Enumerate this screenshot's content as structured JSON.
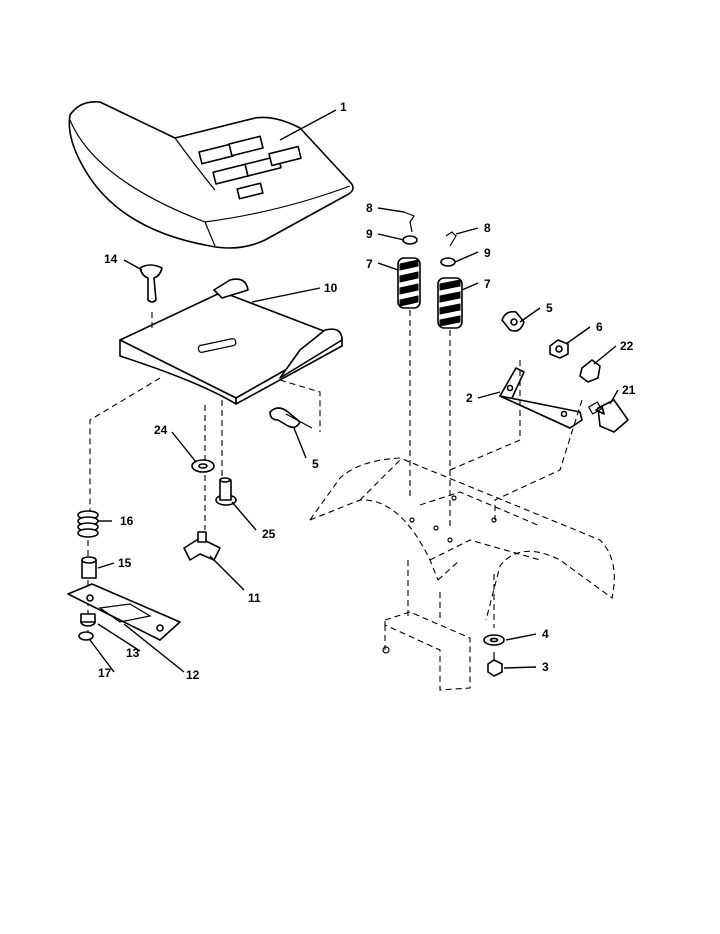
{
  "callouts": {
    "c1": "1",
    "c14": "14",
    "c10": "10",
    "c24": "24",
    "c5a": "5",
    "c16": "16",
    "c15": "15",
    "c25": "25",
    "c11": "11",
    "c13": "13",
    "c12": "12",
    "c17": "17",
    "c8a": "8",
    "c9a": "9",
    "c7a": "7",
    "c8b": "8",
    "c9b": "9",
    "c7b": "7",
    "c5b": "5",
    "c6": "6",
    "c22": "22",
    "c2": "2",
    "c21": "21",
    "c4": "4",
    "c3": "3"
  }
}
